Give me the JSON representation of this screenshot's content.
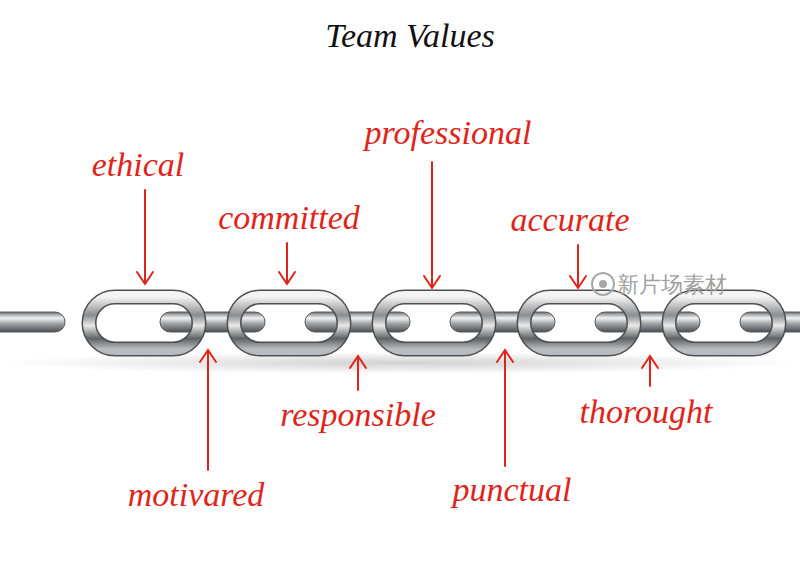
{
  "diagram": {
    "title": "Team Values",
    "labels": [
      "ethical",
      "committed",
      "professional",
      "accurate",
      "motivared",
      "responsible",
      "punctual",
      "thorought",
      "新片场素材"
    ]
  }
}
